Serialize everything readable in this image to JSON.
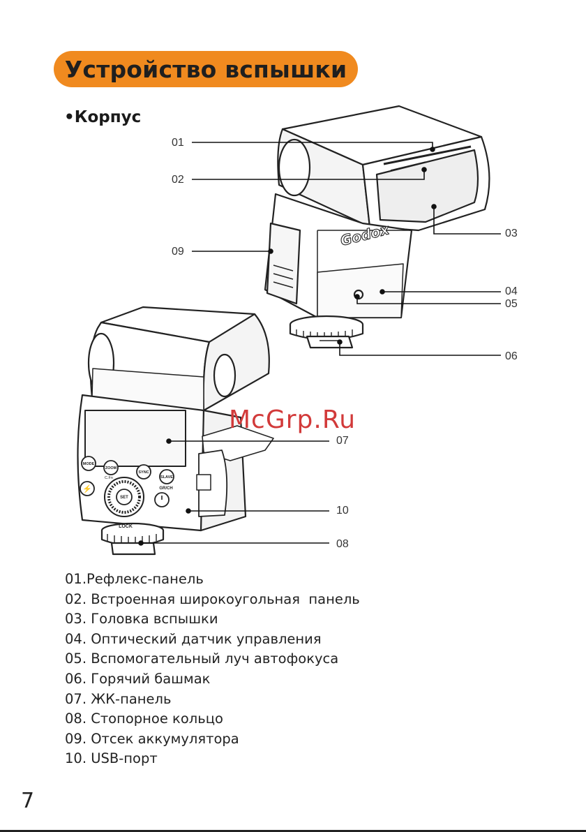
{
  "title": "Устройство вспышки",
  "section": "•Корпус",
  "callouts": {
    "c01": "01",
    "c02": "02",
    "c03": "03",
    "c04": "04",
    "c05": "05",
    "c06": "06",
    "c07": "07",
    "c08": "08",
    "c09": "09",
    "c10": "10"
  },
  "device_text": {
    "brand": "Godox",
    "btn_mode": "MODE",
    "btn_zoom": "ZOOM",
    "btn_sync": "SYNC",
    "btn_slave": "SLAVE",
    "sub_zoom": "C.Fn",
    "sub_slave": "GR/CH",
    "btn_set": "SET",
    "lock": "LOCK"
  },
  "watermark": "McGrp.Ru",
  "parts": [
    "01.Рефлекс-панель",
    "02. Встроенная широкоугольная  панель",
    "03. Головка вспышки",
    "04. Оптический датчик управления",
    "05. Вспомогательный луч автофокуса",
    "06. Горячий башмак",
    "07. ЖК-панель",
    "08. Стопорное кольцо",
    "09. Отсек аккумулятора",
    "10. USB-порт"
  ],
  "page_number": "7",
  "colors": {
    "accent": "#f08a1f",
    "watermark": "#d23a3a"
  }
}
